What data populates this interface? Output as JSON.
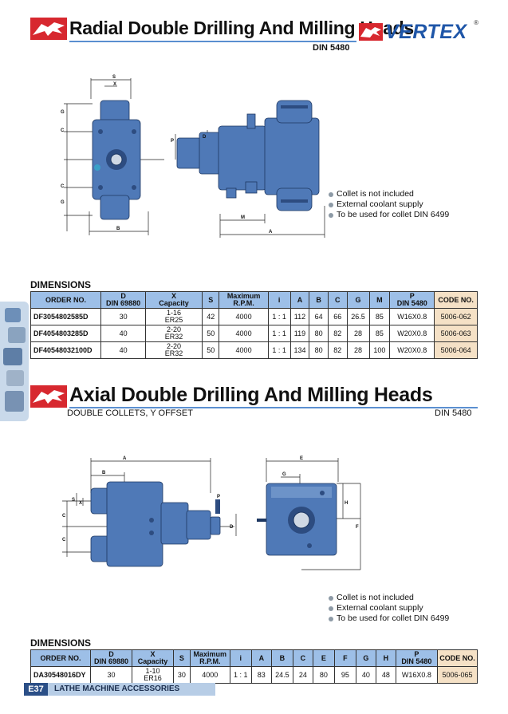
{
  "header": {
    "title": "Radial Double Drilling And Milling Heads",
    "standard": "DIN 5480",
    "brand": "VERTEX",
    "brand_mark": "®"
  },
  "section1": {
    "notes": [
      "Collet is not included",
      "External coolant supply",
      "To be used for collet DIN 6499"
    ],
    "dimensions_heading": "DIMENSIONS",
    "columns": [
      "ORDER NO.",
      "D\nDIN 69880",
      "X\nCapacity",
      "S",
      "Maximum\nR.P.M.",
      "i",
      "A",
      "B",
      "C",
      "G",
      "M",
      "P\nDIN 5480",
      "CODE NO."
    ],
    "rows": [
      [
        "DF3054802585D",
        "30",
        "1-16\nER25",
        "42",
        "4000",
        "1 : 1",
        "112",
        "64",
        "66",
        "26.5",
        "85",
        "W16X0.8",
        "5006-062"
      ],
      [
        "DF4054803285D",
        "40",
        "2-20\nER32",
        "50",
        "4000",
        "1 : 1",
        "119",
        "80",
        "82",
        "28",
        "85",
        "W20X0.8",
        "5006-063"
      ],
      [
        "DF40548032100D",
        "40",
        "2-20\nER32",
        "50",
        "4000",
        "1 : 1",
        "134",
        "80",
        "82",
        "28",
        "100",
        "W20X0.8",
        "5006-064"
      ]
    ]
  },
  "section2": {
    "title": "Axial Double Drilling And Milling Heads",
    "subtitle": "DOUBLE COLLETS, Y OFFSET",
    "standard": "DIN 5480",
    "notes": [
      "Collet is not included",
      "External coolant supply",
      "To be used for collet DIN 6499"
    ],
    "dimensions_heading": "DIMENSIONS",
    "columns": [
      "ORDER NO.",
      "D\nDIN 69880",
      "X\nCapacity",
      "S",
      "Maximum\nR.P.M.",
      "i",
      "A",
      "B",
      "C",
      "E",
      "F",
      "G",
      "H",
      "P\nDIN 5480",
      "CODE NO."
    ],
    "rows": [
      [
        "DA30548016DY",
        "30",
        "1-10\nER16",
        "30",
        "4000",
        "1 : 1",
        "83",
        "24.5",
        "24",
        "80",
        "95",
        "40",
        "48",
        "W16X0.8",
        "5006-065"
      ]
    ]
  },
  "drawing_labels": {
    "radial_front": [
      "S",
      "X",
      "C",
      "G",
      "C",
      "G",
      "B"
    ],
    "radial_side": [
      "P",
      "D",
      "M",
      "A"
    ],
    "axial_side": [
      "A",
      "B",
      "S",
      "X",
      "C",
      "C",
      "P",
      "D"
    ],
    "axial_front": [
      "E",
      "G",
      "H",
      "F"
    ]
  },
  "footer": {
    "page": "E37",
    "label": "LATHE MACHINE ACCESSORIES"
  },
  "colors": {
    "title_rule": "#5a8fd0",
    "table_header": "#9dbfe7",
    "code_column": "#f5e1c6",
    "part_body": "#4f79b7",
    "logo_red": "#d7282f",
    "brand_blue": "#1f56a8",
    "footer_blue": "#2b4f87"
  }
}
